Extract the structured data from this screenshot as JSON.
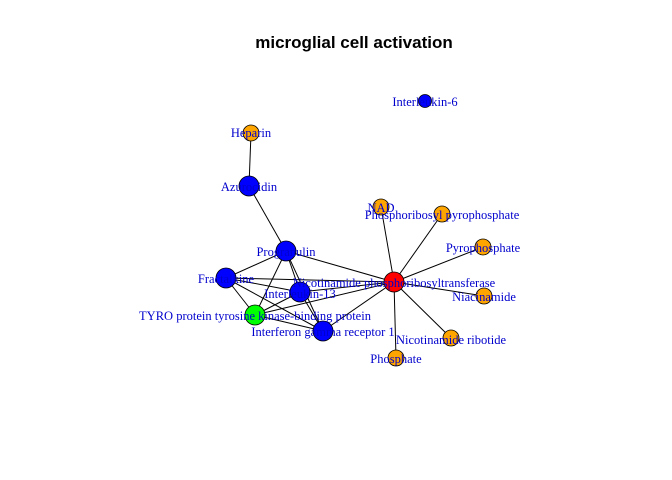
{
  "graph": {
    "title": "microglial cell activation",
    "colors": {
      "blue": "#0000ff",
      "orange": "#ffa500",
      "red": "#ff0000",
      "green": "#00ff00",
      "label": "#0000cd",
      "edge": "#000000"
    },
    "nodes": [
      {
        "id": "interleukin6",
        "label": "Interleukin-6",
        "color": "blue",
        "size": "small"
      },
      {
        "id": "heparin",
        "label": "Heparin",
        "color": "orange",
        "size": "medium"
      },
      {
        "id": "azurocidin",
        "label": "Azurocidin",
        "color": "blue",
        "size": "large"
      },
      {
        "id": "nad",
        "label": "NAD",
        "color": "orange",
        "size": "medium"
      },
      {
        "id": "prpp",
        "label": "Phosphoribosyl pyrophosphate",
        "color": "orange",
        "size": "medium"
      },
      {
        "id": "pyrophosphate",
        "label": "Pyrophosphate",
        "color": "orange",
        "size": "medium"
      },
      {
        "id": "progranulin",
        "label": "Progranulin",
        "color": "blue",
        "size": "large"
      },
      {
        "id": "fractalkine",
        "label": "Fractalkine",
        "color": "blue",
        "size": "large"
      },
      {
        "id": "nampt",
        "label": "Nicotinamide phosphoribosyltransferase",
        "color": "red",
        "size": "large"
      },
      {
        "id": "niacinamide",
        "label": "Niacinamide",
        "color": "orange",
        "size": "medium"
      },
      {
        "id": "interleukin13",
        "label": "Interleukin-13",
        "color": "blue",
        "size": "large"
      },
      {
        "id": "tyrobp",
        "label": "TYRO protein tyrosine kinase-binding protein",
        "color": "green",
        "size": "large"
      },
      {
        "id": "ifngr1",
        "label": "Interferon gamma receptor 1",
        "color": "blue",
        "size": "large"
      },
      {
        "id": "nmn",
        "label": "Nicotinamide ribotide",
        "color": "orange",
        "size": "medium"
      },
      {
        "id": "phosphate",
        "label": "Phosphate",
        "color": "orange",
        "size": "medium"
      }
    ],
    "edges": [
      [
        "heparin",
        "azurocidin"
      ],
      [
        "azurocidin",
        "progranulin"
      ],
      [
        "progranulin",
        "fractalkine"
      ],
      [
        "progranulin",
        "interleukin13"
      ],
      [
        "progranulin",
        "tyrobp"
      ],
      [
        "progranulin",
        "ifngr1"
      ],
      [
        "progranulin",
        "nampt"
      ],
      [
        "fractalkine",
        "interleukin13"
      ],
      [
        "fractalkine",
        "tyrobp"
      ],
      [
        "fractalkine",
        "ifngr1"
      ],
      [
        "fractalkine",
        "nampt"
      ],
      [
        "interleukin13",
        "tyrobp"
      ],
      [
        "interleukin13",
        "ifngr1"
      ],
      [
        "tyrobp",
        "ifngr1"
      ],
      [
        "tyrobp",
        "nampt"
      ],
      [
        "nampt",
        "nad"
      ],
      [
        "nampt",
        "prpp"
      ],
      [
        "nampt",
        "pyrophosphate"
      ],
      [
        "nampt",
        "niacinamide"
      ],
      [
        "nampt",
        "nmn"
      ],
      [
        "nampt",
        "phosphate"
      ],
      [
        "nampt",
        "interleukin13"
      ],
      [
        "nampt",
        "ifngr1"
      ]
    ]
  }
}
